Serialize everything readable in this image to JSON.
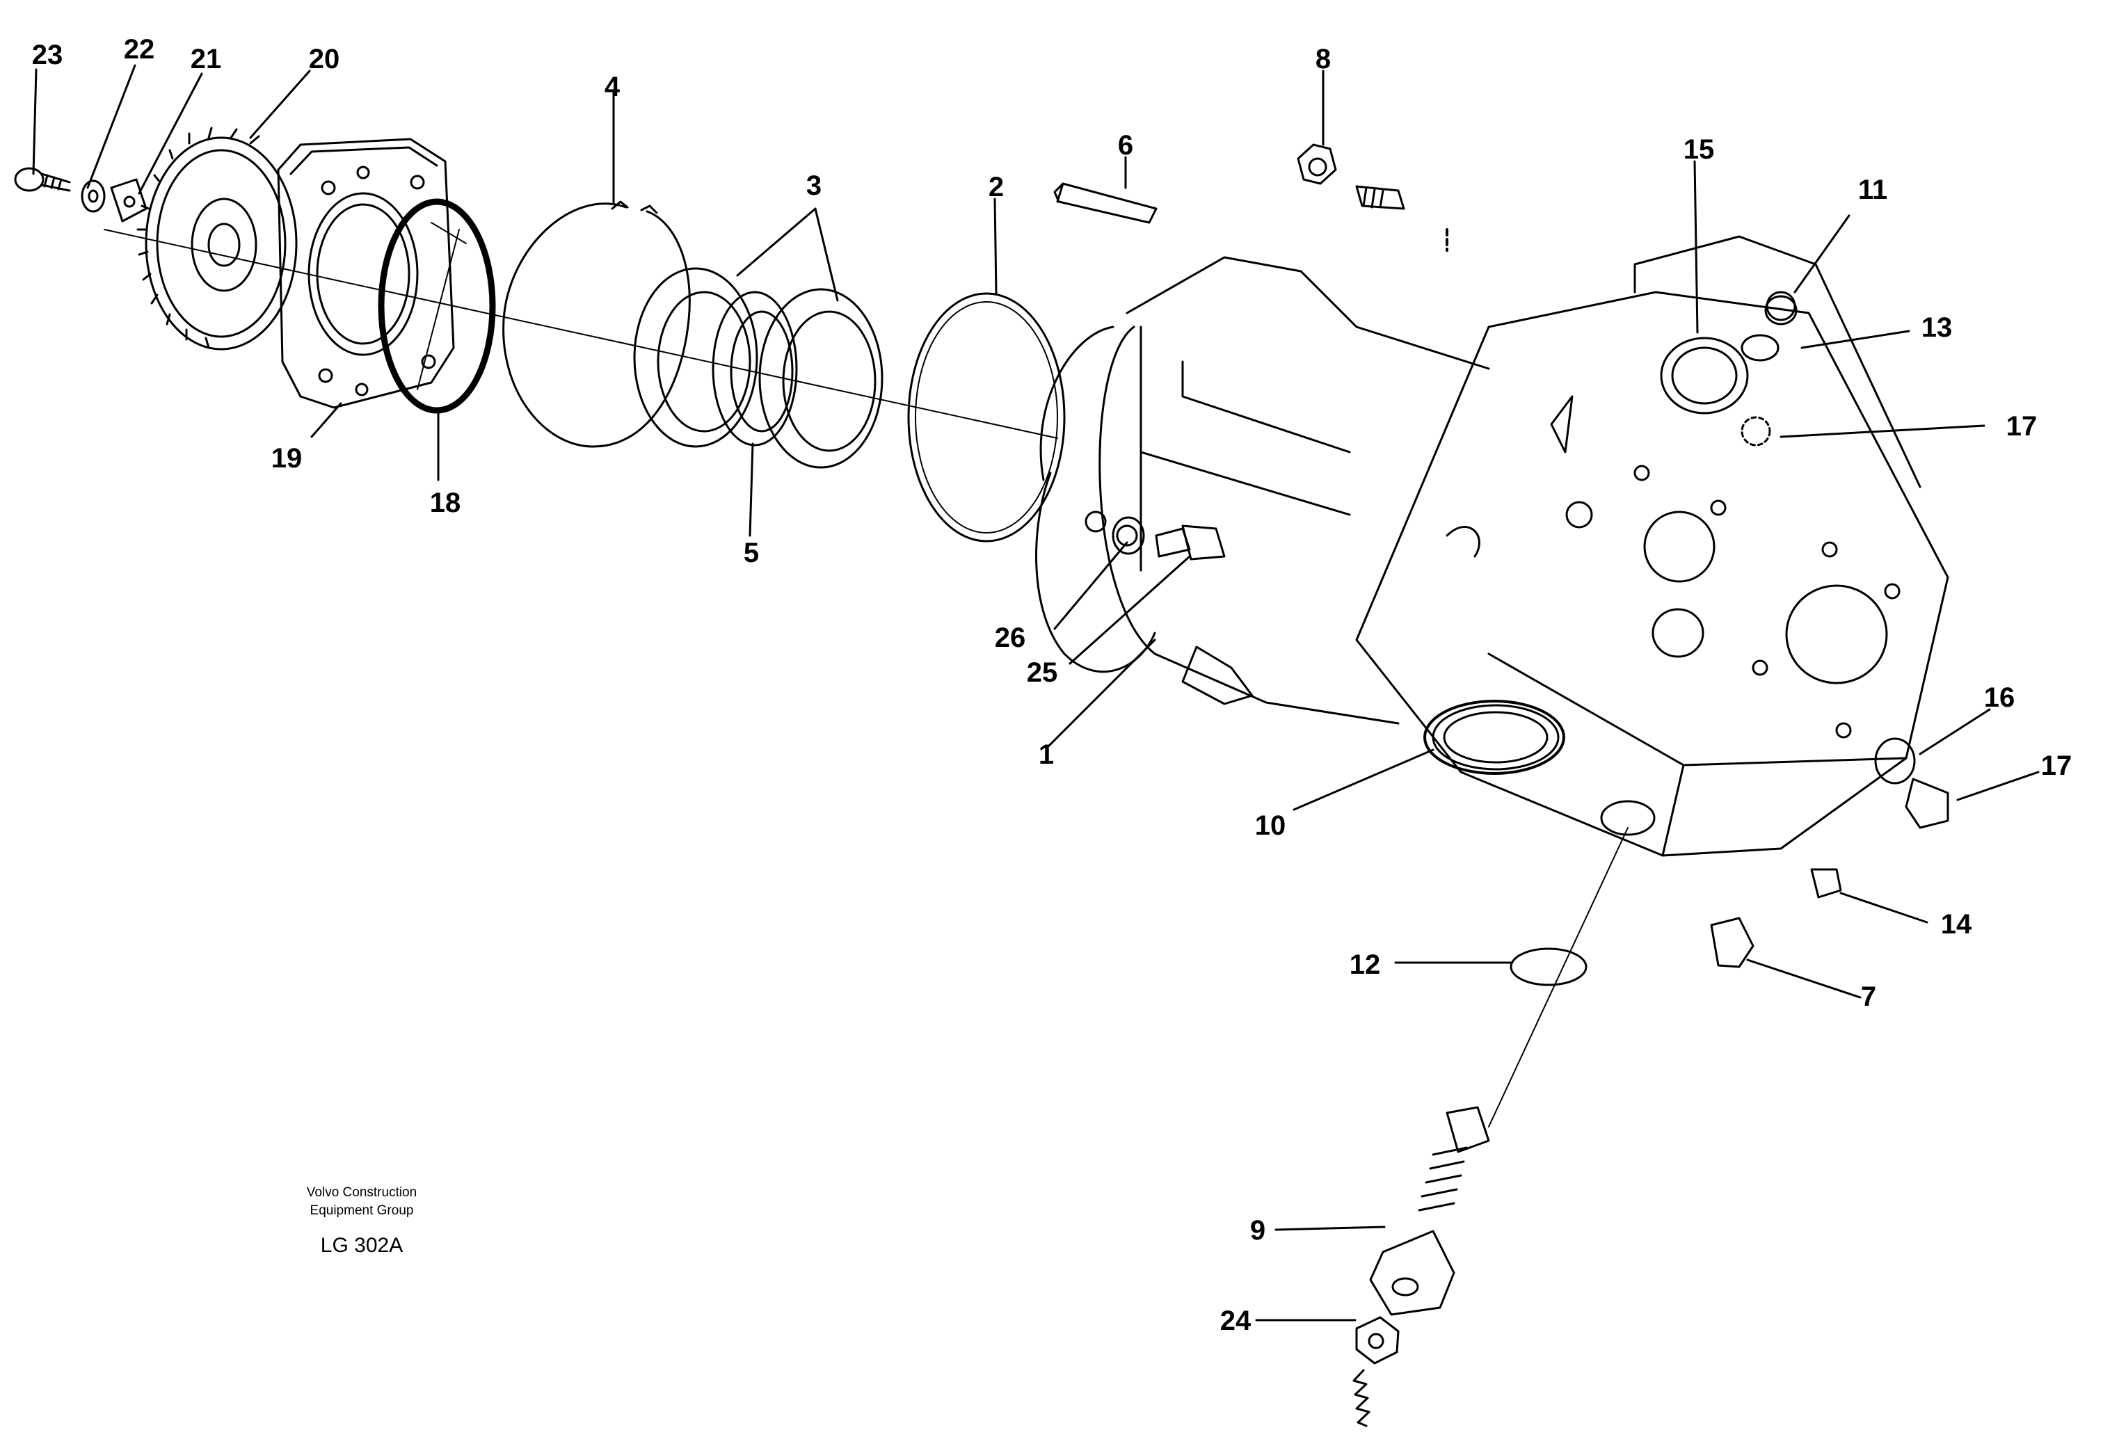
{
  "caption": {
    "company_line1": "Volvo Construction",
    "company_line2": "Equipment Group",
    "drawing_code": "LG 302A"
  },
  "callouts": [
    "1",
    "2",
    "3",
    "4",
    "5",
    "6",
    "7",
    "8",
    "9",
    "10",
    "11",
    "12",
    "13",
    "14",
    "15",
    "16",
    "17",
    "17",
    "18",
    "19",
    "20",
    "21",
    "22",
    "23",
    "24",
    "25",
    "26"
  ],
  "colors": {
    "ink": "#000000",
    "paper": "#ffffff"
  }
}
